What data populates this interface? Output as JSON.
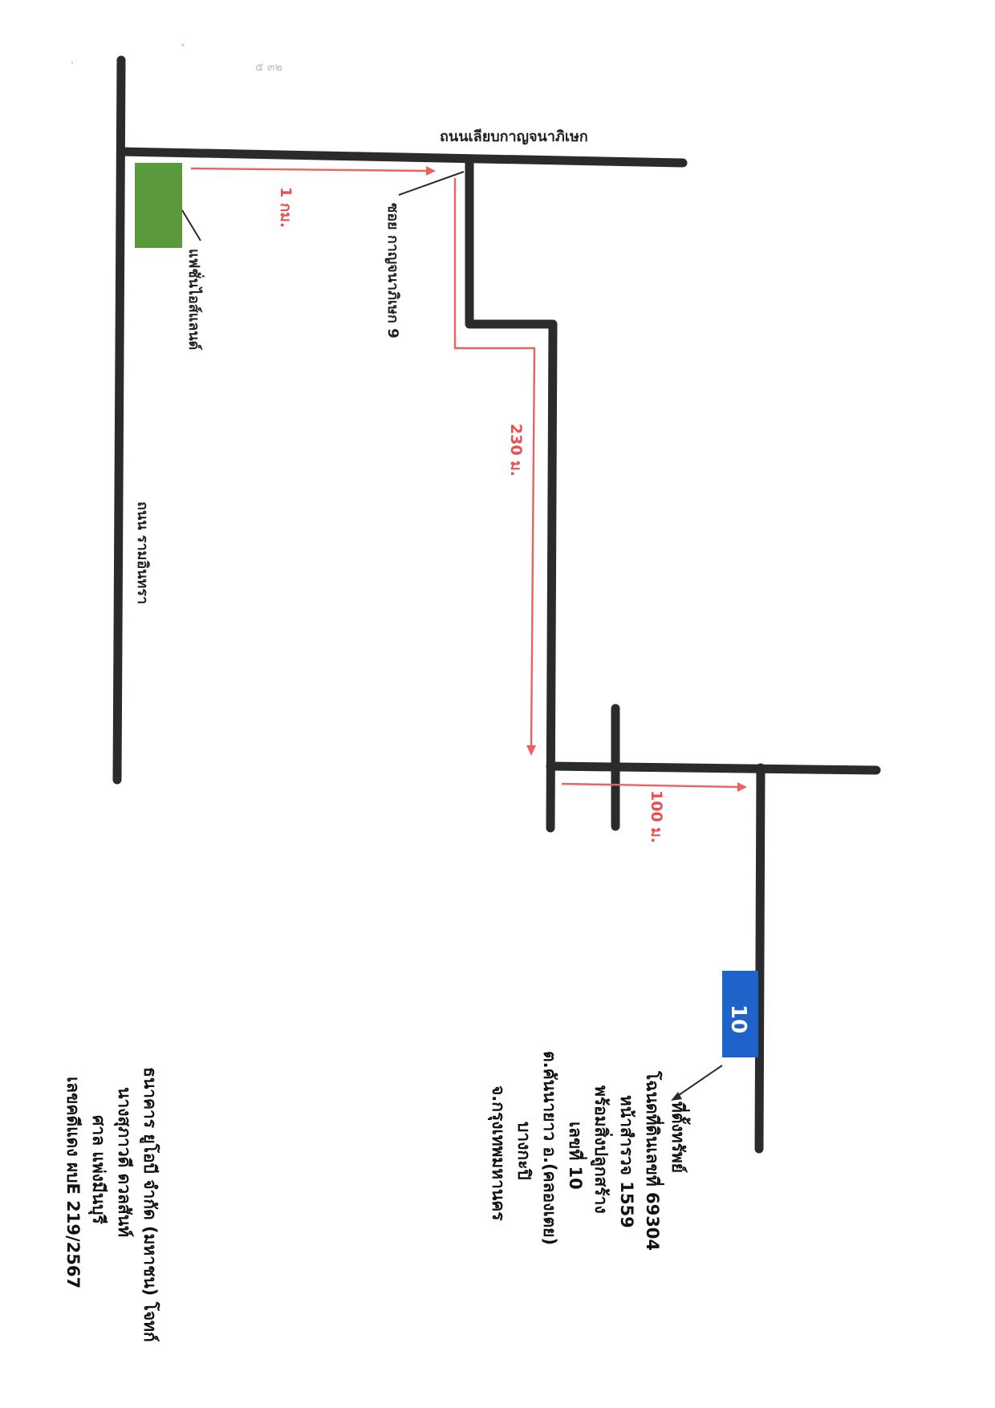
{
  "colors": {
    "road": "#2b2b2b",
    "route": "#f0605f",
    "route_label": "#e8504f",
    "landmark": "#5a9a3c",
    "property_marker": "#1e63c9",
    "text": "#222222"
  },
  "scan_mark": "๕ ๓๒",
  "roads": {
    "main_horizontal": "ถนนเลียบกาญจนาภิเษก",
    "main_vertical": "ถนน รามอินทรา",
    "soi": "ซอย กาญจนาภิเษก 9"
  },
  "landmark": {
    "label": "แฟชั่นไอส์แลนด์",
    "icon": "landmark-block"
  },
  "distances": {
    "first_leg": "1 กม.",
    "second_leg": "230 ม.",
    "third_leg": "100 ม."
  },
  "property_marker": {
    "label": "10"
  },
  "property_info": {
    "lines": [
      "ที่ตั้งทรัพย์",
      "โฉนดที่ดินเลขที่ 69304",
      "หน้าสำรวจ 1559",
      "พร้อมสิ่งปลูกสร้าง",
      "เลขที่ 10",
      "ต.คันนายาว อ.(คลองเตย)",
      "บางกะปิ",
      "จ.กรุงเทพมหานคร"
    ]
  },
  "case_info": {
    "lines": [
      "ธนาคาร ยูโอบี จำกัด (มหาชน) โจทก์",
      "นางสุภาวดี ดวลสันท์",
      "ศาล แพ่งมีนบุรี",
      "เลขคดีแดง ผบE 219/2567"
    ]
  }
}
